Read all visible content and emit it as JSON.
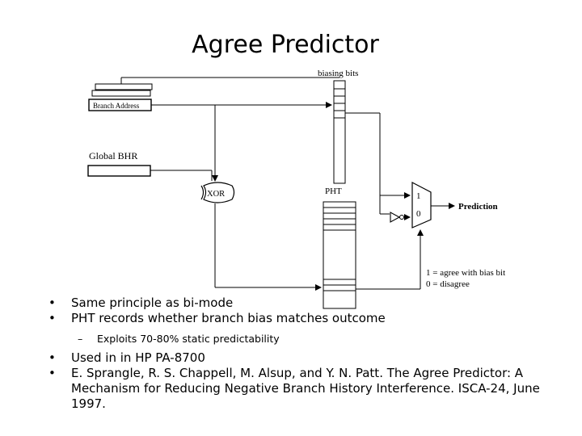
{
  "title": "Agree Predictor",
  "diagram": {
    "biasing_bits": "biasing bits",
    "branch_address": "Branch Address",
    "global_bhr": "Global BHR",
    "xor": "XOR",
    "pht": "PHT",
    "mux_one": "1",
    "mux_zero": "0",
    "prediction": "Prediction",
    "legend_agree": "1 = agree with bias bit",
    "legend_disagree": "0 = disagree"
  },
  "bullets": [
    "Same principle as bi-mode",
    "PHT records whether branch bias matches outcome"
  ],
  "sub_bullet": "Exploits 70-80% static predictability",
  "bullets2": [
    "Used in in HP PA-8700",
    "E. Sprangle, R. S. Chappell, M. Alsup, and Y. N. Patt.  The Agree Predictor: A Mechanism for Reducing Negative Branch History Interference. ISCA-24, June 1997."
  ],
  "bullet_glyph": "•",
  "dash_glyph": "–"
}
